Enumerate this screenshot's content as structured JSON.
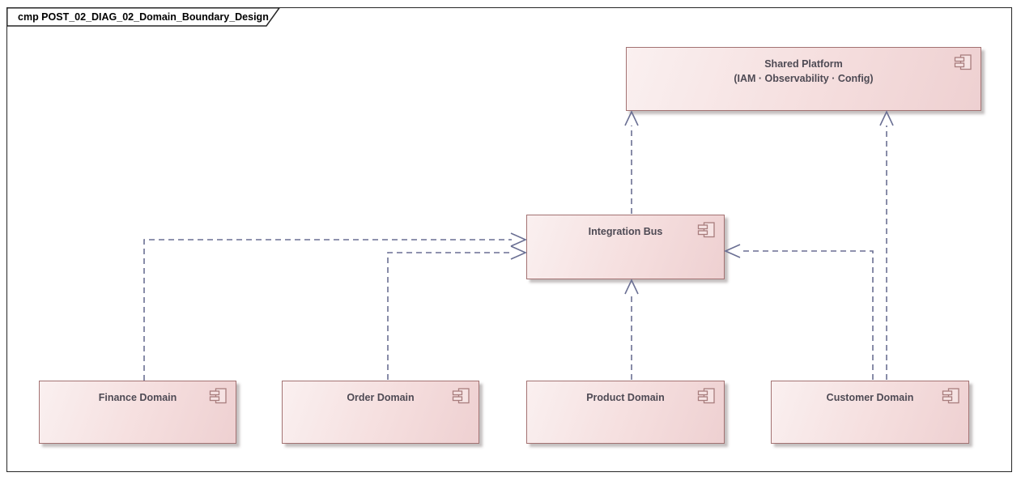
{
  "frame": {
    "label": "cmp POST_02_DIAG_02_Domain_Boundary_Design"
  },
  "nodes": [
    {
      "id": "shared-platform",
      "label": "Shared Platform",
      "sublabel": "(IAM · Observability · Config)"
    },
    {
      "id": "integration-bus",
      "label": "Integration Bus"
    },
    {
      "id": "finance-domain",
      "label": "Finance Domain"
    },
    {
      "id": "order-domain",
      "label": "Order Domain"
    },
    {
      "id": "product-domain",
      "label": "Product Domain"
    },
    {
      "id": "customer-domain",
      "label": "Customer Domain"
    }
  ],
  "connectors": [
    {
      "from": "Finance Domain",
      "to": "Integration Bus",
      "type": "dashed-dependency-open-arrow"
    },
    {
      "from": "Order Domain",
      "to": "Integration Bus",
      "type": "dashed-dependency-open-arrow"
    },
    {
      "from": "Product Domain",
      "to": "Integration Bus",
      "type": "dashed-dependency-open-arrow"
    },
    {
      "from": "Customer Domain",
      "to": "Integration Bus",
      "type": "dashed-dependency-open-arrow"
    },
    {
      "from": "Integration Bus",
      "to": "Shared Platform",
      "type": "dashed-dependency-open-arrow"
    },
    {
      "from": "Customer Domain",
      "to": "Shared Platform",
      "type": "dashed-dependency-open-arrow"
    }
  ],
  "icons": {
    "component_icon": "uml-component-icon"
  },
  "colors": {
    "node_fill_start": "#faf0f0",
    "node_fill_end": "#eed0d1",
    "node_border": "#a37272",
    "node_text": "#4e4a54",
    "connector": "#6a6f93",
    "frame_border": "#262626",
    "shadow": "#c4b8b8"
  }
}
